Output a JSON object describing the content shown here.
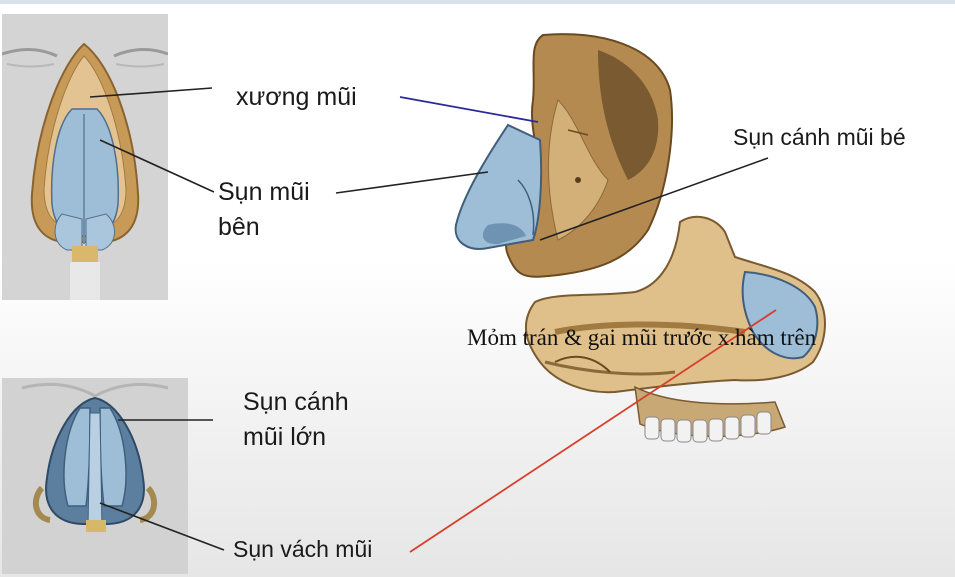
{
  "labels": {
    "nasal_bone": "xương mũi",
    "lateral_cartilage_line1": "Sụn mũi",
    "lateral_cartilage_line2": "bên",
    "minor_alar_cartilage": "Sụn cánh mũi bé",
    "frontal_process": "Mỏm trán & gai mũi trước x.hàm trên",
    "major_alar_line1": "Sụn cánh",
    "major_alar_line2": "mũi lớn",
    "septal_cartilage": "Sụn vách mũi"
  },
  "colors": {
    "cartilage_blue": "#9ebdd6",
    "bone_tan": "#c9a56a",
    "skin_grey": "#cfcfcf",
    "leader_dark": "#222222",
    "leader_blue": "#2a2a9a",
    "leader_red": "#d6402a"
  }
}
